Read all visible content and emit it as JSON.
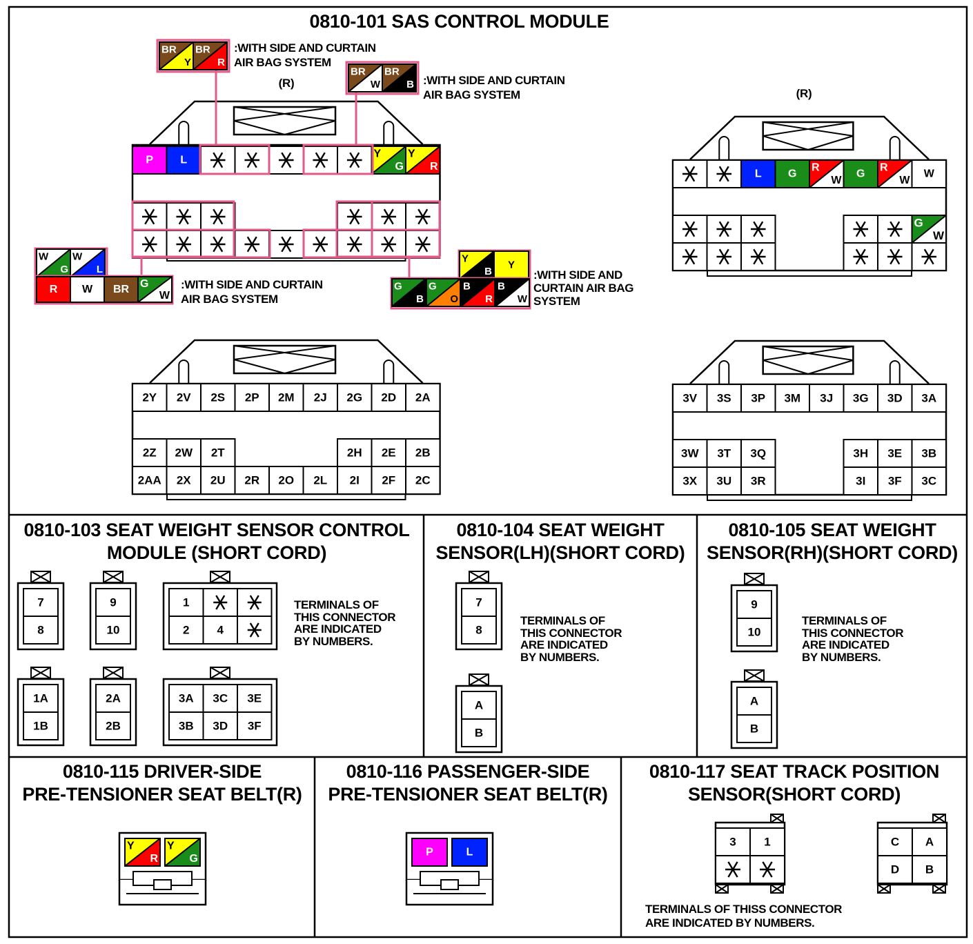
{
  "colors": {
    "P": "#ff00ff",
    "L": "#0022ff",
    "Y": "#ffff00",
    "G": "#1a8c1a",
    "R": "#ff0000",
    "BR": "#7a4a1c",
    "W": "#ffffff",
    "B": "#000000",
    "O": "#ff8000",
    "frame": "#e05a8a"
  },
  "titles": {
    "m101": "0810-101 SAS CONTROL MODULE",
    "m103": [
      "0810-103 SEAT WEIGHT SENSOR CONTROL",
      "MODULE (SHORT CORD)"
    ],
    "m104": [
      "0810-104 SEAT WEIGHT",
      "SENSOR(LH)(SHORT CORD)"
    ],
    "m105": [
      "0810-105 SEAT WEIGHT",
      "SENSOR(RH)(SHORT CORD)"
    ],
    "m115": [
      "0810-115 DRIVER-SIDE",
      "PRE-TENSIONER SEAT BELT(R)"
    ],
    "m116": [
      "0810-116 PASSENGER-SIDE",
      "PRE-TENSIONER SEAT BELT(R)"
    ],
    "m117": [
      "0810-117 SEAT TRACK POSITION",
      "SENSOR(SHORT CORD)"
    ]
  },
  "labels": {
    "r_left": "(R)",
    "r_right": "(R)",
    "with_side1": [
      ":WITH SIDE AND CURTAIN",
      "AIR BAG SYSTEM"
    ],
    "with_side2": [
      ":WITH SIDE AND CURTAIN",
      "AIR BAG SYSTEM"
    ],
    "with_side3": [
      ":WITH SIDE AND CURTAIN",
      "AIR BAG SYSTEM"
    ],
    "with_side4": [
      ":WITH SIDE AND",
      "CURTAIN AIR BAG",
      "SYSTEM"
    ],
    "terminals_103": [
      "TERMINALS OF",
      "THIS CONNECTOR",
      "ARE INDICATED",
      "BY NUMBERS."
    ],
    "terminals_104": [
      "TERMINALS OF",
      "THIS CONNECTOR",
      "ARE INDICATED",
      "BY NUMBERS."
    ],
    "terminals_105": [
      "TERMINALS OF",
      "THIS CONNECTOR",
      "ARE INDICATED",
      "BY NUMBERS."
    ],
    "terminals_117": [
      "TERMINALS OF THISS CONNECTOR",
      "ARE INDICATED BY NUMBERS."
    ]
  },
  "c101_left_colors": {
    "top": [
      [
        "P"
      ],
      [
        "L"
      ],
      [
        "*"
      ],
      [
        "*"
      ],
      [
        "*"
      ],
      [
        "*"
      ],
      [
        "*"
      ],
      [
        "Y",
        "G"
      ],
      [
        "Y",
        "R"
      ]
    ],
    "mid": [
      [
        "*"
      ],
      [
        "*"
      ],
      [
        "*"
      ],
      null,
      null,
      null,
      [
        "*"
      ],
      [
        "*"
      ],
      [
        "*"
      ]
    ],
    "bot": [
      [
        "*"
      ],
      [
        "*"
      ],
      [
        "*"
      ],
      [
        "*"
      ],
      [
        "*"
      ],
      [
        "*"
      ],
      [
        "*"
      ],
      [
        "*"
      ],
      [
        "*"
      ]
    ]
  },
  "c101_right_colors": {
    "top": [
      [
        "*"
      ],
      [
        "*"
      ],
      [
        "L"
      ],
      [
        "G"
      ],
      [
        "R",
        "W"
      ],
      [
        "G"
      ],
      [
        "R",
        "W"
      ],
      [
        "W"
      ]
    ],
    "mid": [
      [
        "*"
      ],
      [
        "*"
      ],
      [
        "*"
      ],
      null,
      null,
      [
        "*"
      ],
      [
        "*"
      ],
      [
        "G",
        "W"
      ]
    ],
    "bot": [
      [
        "*"
      ],
      [
        "*"
      ],
      [
        "*"
      ],
      null,
      null,
      [
        "*"
      ],
      [
        "*"
      ],
      [
        "*"
      ]
    ]
  },
  "c101_left_pins": {
    "top": [
      "2Y",
      "2V",
      "2S",
      "2P",
      "2M",
      "2J",
      "2G",
      "2D",
      "2A"
    ],
    "mid": [
      "2Z",
      "2W",
      "2T",
      "",
      "",
      "",
      "2H",
      "2E",
      "2B"
    ],
    "bot": [
      "2AA",
      "2X",
      "2U",
      "2R",
      "2O",
      "2L",
      "2I",
      "2F",
      "2C"
    ]
  },
  "c101_right_pins": {
    "top": [
      "3V",
      "3S",
      "3P",
      "3M",
      "3J",
      "3G",
      "3D",
      "3A"
    ],
    "mid": [
      "3W",
      "3T",
      "3Q",
      "",
      "",
      "3H",
      "3E",
      "3B"
    ],
    "bot": [
      "3X",
      "3U",
      "3R",
      "",
      "",
      "3I",
      "3F",
      "3C"
    ]
  },
  "variant_boxes": {
    "v1": [
      [
        "BR",
        "Y"
      ],
      [
        "BR",
        "R"
      ]
    ],
    "v2": [
      [
        "BR",
        "W"
      ],
      [
        "BR",
        "B"
      ]
    ],
    "v3_top": [
      [
        "W",
        "G"
      ],
      [
        "W",
        "L"
      ]
    ],
    "v3_bot": [
      [
        "R"
      ],
      [
        "W"
      ],
      [
        "BR"
      ],
      [
        "G",
        "W"
      ]
    ],
    "v4_top": [
      [
        "Y",
        "B"
      ],
      [
        "Y"
      ]
    ],
    "v4_bot": [
      [
        "G",
        "B"
      ],
      [
        "G",
        "O"
      ],
      [
        "B",
        "R"
      ],
      [
        "B",
        "W"
      ]
    ]
  },
  "c103": {
    "a": [
      "7",
      "8"
    ],
    "b": [
      "9",
      "10"
    ],
    "c": [
      [
        "1",
        "*",
        "*"
      ],
      [
        "2",
        "4",
        "*"
      ]
    ],
    "d": [
      "1A",
      "1B"
    ],
    "e": [
      "2A",
      "2B"
    ],
    "f": [
      [
        "3A",
        "3C",
        "3E"
      ],
      [
        "3B",
        "3D",
        "3F"
      ]
    ]
  },
  "c104": {
    "a": [
      "7",
      "8"
    ],
    "b": [
      "A",
      "B"
    ]
  },
  "c105": {
    "a": [
      "9",
      "10"
    ],
    "b": [
      "A",
      "B"
    ]
  },
  "c115": [
    [
      "Y",
      "R"
    ],
    [
      "Y",
      "G"
    ]
  ],
  "c116": [
    [
      "P"
    ],
    [
      "L"
    ]
  ],
  "c117": {
    "a": [
      [
        "3",
        "1"
      ],
      [
        "*",
        "*"
      ]
    ],
    "b": [
      [
        "C",
        "A"
      ],
      [
        "D",
        "B"
      ]
    ]
  }
}
